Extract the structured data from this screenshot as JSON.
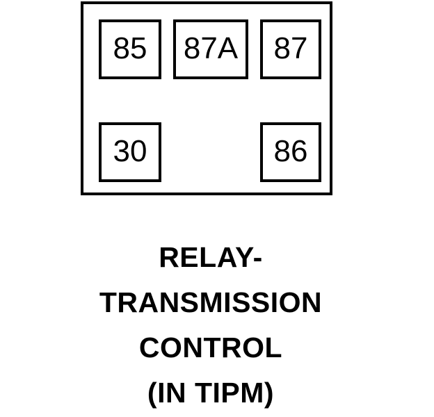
{
  "diagram": {
    "title": "Relay terminal pinout diagram",
    "body_outline": {
      "shape": "rectangle",
      "stroke_color": "#000000",
      "fill_color": "#ffffff"
    },
    "terminals": [
      {
        "id": "85",
        "label": "85",
        "row": "top",
        "position": "left"
      },
      {
        "id": "87A",
        "label": "87A",
        "row": "top",
        "position": "center"
      },
      {
        "id": "87",
        "label": "87",
        "row": "top",
        "position": "right"
      },
      {
        "id": "30",
        "label": "30",
        "row": "bottom",
        "position": "left"
      },
      {
        "id": "86",
        "label": "86",
        "row": "bottom",
        "position": "right"
      }
    ]
  },
  "caption": {
    "lines": [
      "RELAY-",
      "TRANSMISSION",
      "CONTROL",
      "(IN TIPM)"
    ],
    "full_text": "RELAY-TRANSMISSION CONTROL (IN TIPM)"
  },
  "colors": {
    "stroke": "#000000",
    "background": "#ffffff",
    "text": "#000000"
  }
}
